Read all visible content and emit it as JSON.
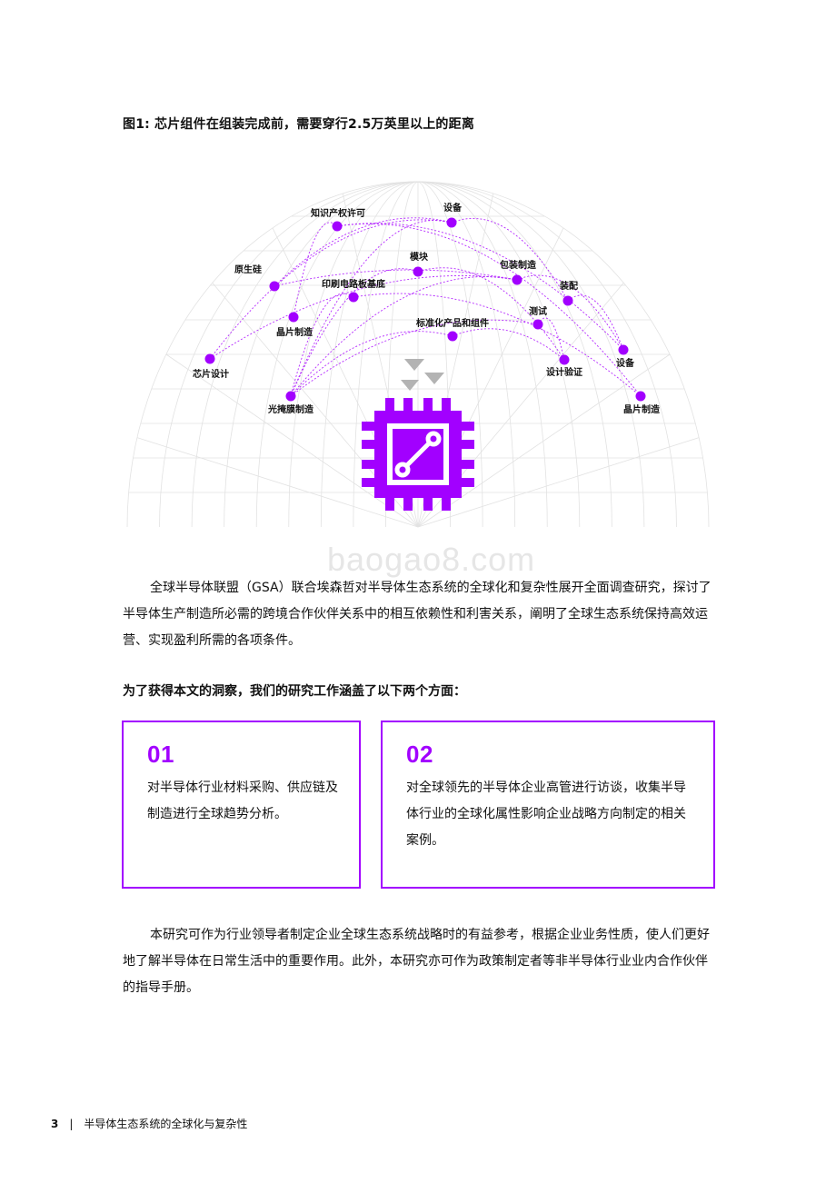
{
  "figure": {
    "title": "图1: 芯片组件在组装完成前，需要穿行2.5万英里以上的距离",
    "nodes": [
      {
        "label": "知识产权许可"
      },
      {
        "label": "设备"
      },
      {
        "label": "模块"
      },
      {
        "label": "包装制造"
      },
      {
        "label": "原生硅"
      },
      {
        "label": "印刷电路板基底"
      },
      {
        "label": "装配"
      },
      {
        "label": "晶片制造"
      },
      {
        "label": "测试"
      },
      {
        "label": "标准化产品和组件"
      },
      {
        "label": "芯片设计"
      },
      {
        "label": "设计验证"
      },
      {
        "label": "设备"
      },
      {
        "label": "光掩膜制造"
      },
      {
        "label": "晶片制造"
      }
    ],
    "accent_color": "#a200ff",
    "icons": [
      "chip-icon",
      "down-arrows-icon"
    ]
  },
  "watermark": "baogao8.com",
  "intro_paragraph": "全球半导体联盟（GSA）联合埃森哲对半导体生态系统的全球化和复杂性展开全面调查研究，探讨了半导体生产制造所必需的跨境合作伙伴关系中的相互依赖性和利害关系，阐明了全球生态系统保持高效运营、实现盈利所需的各项条件。",
  "lead_in": "为了获得本文的洞察，我们的研究工作涵盖了以下两个方面：",
  "cards": [
    {
      "number": "01",
      "text": "对半导体行业材料采购、供应链及制造进行全球趋势分析。"
    },
    {
      "number": "02",
      "text": "对全球领先的半导体企业高管进行访谈，收集半导体行业的全球化属性影响企业战略方向制定的相关案例。"
    }
  ],
  "closing_paragraph": "本研究可作为行业领导者制定企业全球生态系统战略时的有益参考，根据企业业务性质，使人们更好地了解半导体在日常生活中的重要作用。此外，本研究亦可作为政策制定者等非半导体行业业内合作伙伴的指导手册。",
  "footer": {
    "page": "3",
    "separator": "|",
    "title": "半导体生态系统的全球化与复杂性"
  }
}
